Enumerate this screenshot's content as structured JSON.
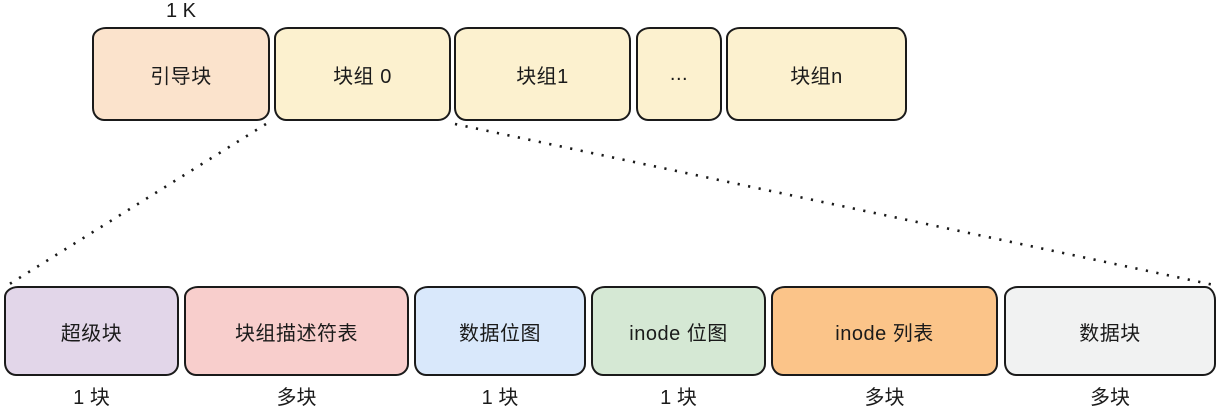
{
  "diagram": {
    "title_semantics": "ext2 filesystem disk layout",
    "boot_block_size_label": "1 K",
    "disk_row": [
      {
        "label": "引导块",
        "color": "#FBE3CC"
      },
      {
        "label": "块组 0",
        "color": "#FCF1CF"
      },
      {
        "label": "块组1",
        "color": "#FCF1CF"
      },
      {
        "label": "...",
        "color": "#FCF1CF"
      },
      {
        "label": "块组n",
        "color": "#FCF1CF"
      }
    ],
    "group_row": [
      {
        "label": "超级块",
        "caption": "1 块",
        "color": "#E2D6E9"
      },
      {
        "label": "块组描述符表",
        "caption": "多块",
        "color": "#F8CECC"
      },
      {
        "label": "数据位图",
        "caption": "1 块",
        "color": "#D9E8FB"
      },
      {
        "label": "inode 位图",
        "caption": "1 块",
        "color": "#D5E8D4"
      },
      {
        "label": "inode 列表",
        "caption": "多块",
        "color": "#FBC489"
      },
      {
        "label": "数据块",
        "caption": "多块",
        "color": "#F1F2F2"
      }
    ],
    "line_color": "#1a1a1a"
  }
}
